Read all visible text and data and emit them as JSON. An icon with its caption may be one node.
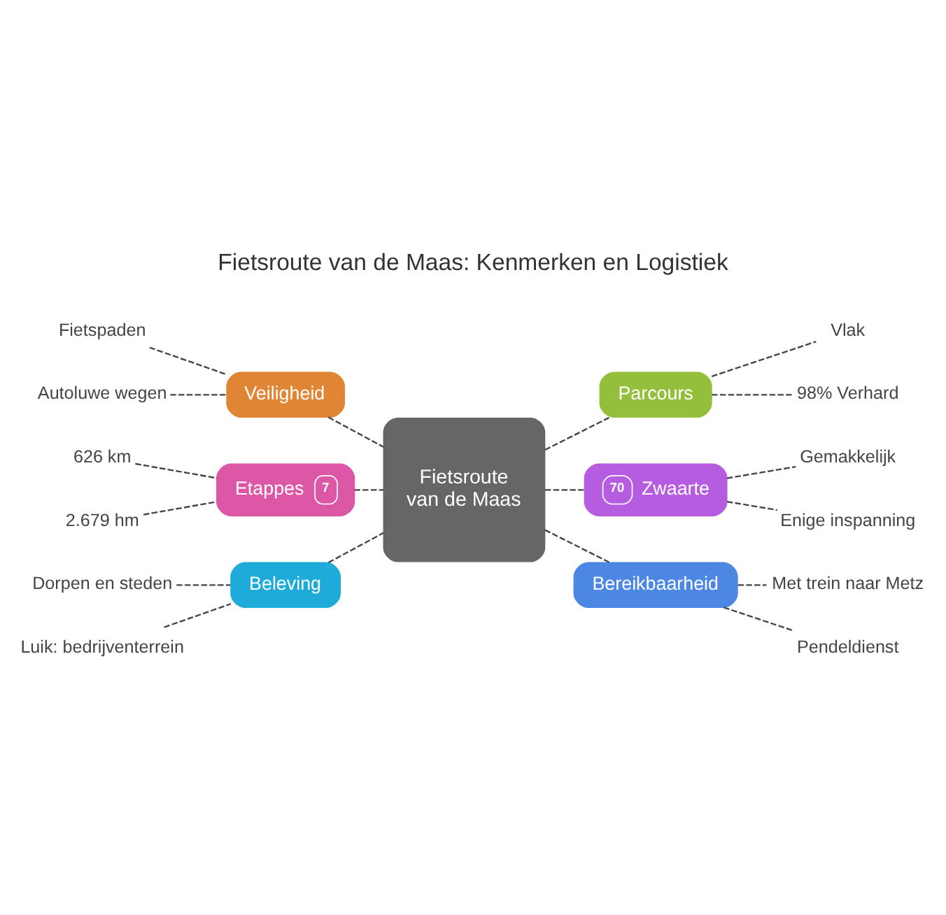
{
  "diagram": {
    "title": "Fietsroute van de Maas: Kenmerken en Logistiek",
    "nodes": [
      {
        "text": [
          "Fietsroute van de Maas"
        ]
      },
      {
        "text": [
          "Veiligheid"
        ]
      },
      {
        "text": [
          "Fietspaden"
        ]
      },
      {
        "text": [
          "Autoluwe wegen"
        ]
      },
      {
        "text": [
          "Parcours"
        ]
      },
      {
        "text": [
          "Vlak"
        ]
      },
      {
        "text": [
          "98% Verhard"
        ]
      },
      {
        "text": [
          "Etappes",
          "7"
        ]
      },
      {
        "text": [
          "626 km"
        ]
      },
      {
        "text": [
          "2.679 hm"
        ]
      },
      {
        "text": [
          "70",
          "Zwaarte"
        ]
      },
      {
        "text": [
          "Gemakkelijk"
        ]
      },
      {
        "text": [
          "Enige inspanning"
        ]
      },
      {
        "text": [
          "Beleving"
        ]
      },
      {
        "text": [
          "Dorpen en steden"
        ]
      },
      {
        "text": [
          "Luik: bedrijventerrein"
        ]
      },
      {
        "text": [
          "Bereikbaarheid"
        ]
      },
      {
        "text": [
          "Met trein naar Metz"
        ]
      },
      {
        "text": [
          "Pendeldienst"
        ]
      }
    ],
    "edges": [
      {
        "from": 2,
        "to": 1,
        "arrow": "none",
        "style": "dashed"
      },
      {
        "from": 3,
        "to": 1,
        "arrow": "none",
        "style": "dashed"
      },
      {
        "from": 1,
        "to": 0,
        "arrow": "none",
        "style": "dashed"
      },
      {
        "from": 0,
        "to": 4,
        "arrow": "none",
        "style": "dashed"
      },
      {
        "from": 4,
        "to": 5,
        "arrow": "none",
        "style": "dashed"
      },
      {
        "from": 4,
        "to": 6,
        "arrow": "none",
        "style": "dashed"
      },
      {
        "from": 8,
        "to": 7,
        "arrow": "none",
        "style": "dashed"
      },
      {
        "from": 9,
        "to": 7,
        "arrow": "none",
        "style": "dashed"
      },
      {
        "from": 7,
        "to": 0,
        "arrow": "none",
        "style": "dashed"
      },
      {
        "from": 0,
        "to": 10,
        "arrow": "none",
        "style": "dashed"
      },
      {
        "from": 10,
        "to": 11,
        "arrow": "none",
        "style": "dashed"
      },
      {
        "from": 10,
        "to": 12,
        "arrow": "none",
        "style": "dashed"
      },
      {
        "from": 14,
        "to": 13,
        "arrow": "none",
        "style": "dashed"
      },
      {
        "from": 15,
        "to": 13,
        "arrow": "none",
        "style": "dashed"
      },
      {
        "from": 13,
        "to": 0,
        "arrow": "none",
        "style": "dashed"
      },
      {
        "from": 0,
        "to": 16,
        "arrow": "none",
        "style": "dashed"
      },
      {
        "from": 16,
        "to": 17,
        "arrow": "none",
        "style": "dashed"
      },
      {
        "from": 16,
        "to": 18,
        "arrow": "none",
        "style": "dashed"
      }
    ]
  }
}
